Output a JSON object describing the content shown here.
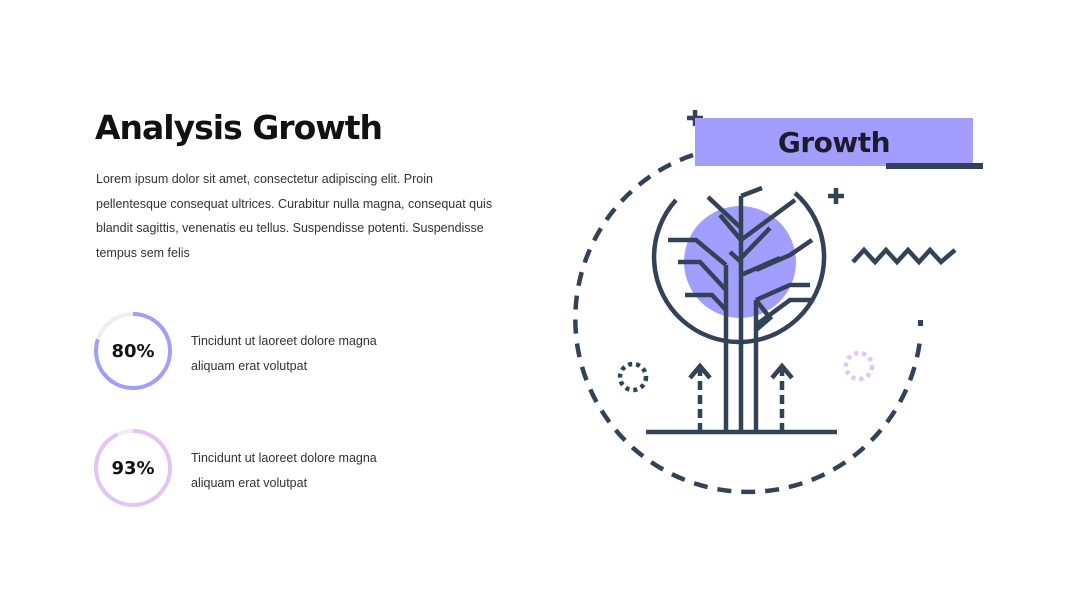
{
  "slide": {
    "title": "Analysis Growth",
    "intro": "Lorem ipsum dolor sit amet, consectetur adipiscing elit. Proin pellentesque consequat ultrices. Curabitur nulla magna, consequat quis blandit sagittis, venenatis eu tellus. Suspendisse potenti. Suspendisse tempus sem felis"
  },
  "stats": [
    {
      "percent_label": "80%",
      "value": 0.8,
      "text": "Tincidunt ut laoreet dolore magna aliquam erat volutpat",
      "color": "#a19eff"
    },
    {
      "percent_label": "93%",
      "value": 0.93,
      "text": "Tincidunt ut laoreet dolore magna aliquam erat volutpat",
      "color": "#e3c4f5"
    }
  ],
  "illustration": {
    "banner_label": "Growth",
    "icons": [
      "tree-icon",
      "plus-icon",
      "zigzag-icon",
      "dotted-circle-icon",
      "arrow-up-icon"
    ],
    "colors": {
      "stroke": "#344257",
      "accent": "#a19eff",
      "accent_light": "#e3c4f5",
      "track": "#eeeeee"
    }
  }
}
